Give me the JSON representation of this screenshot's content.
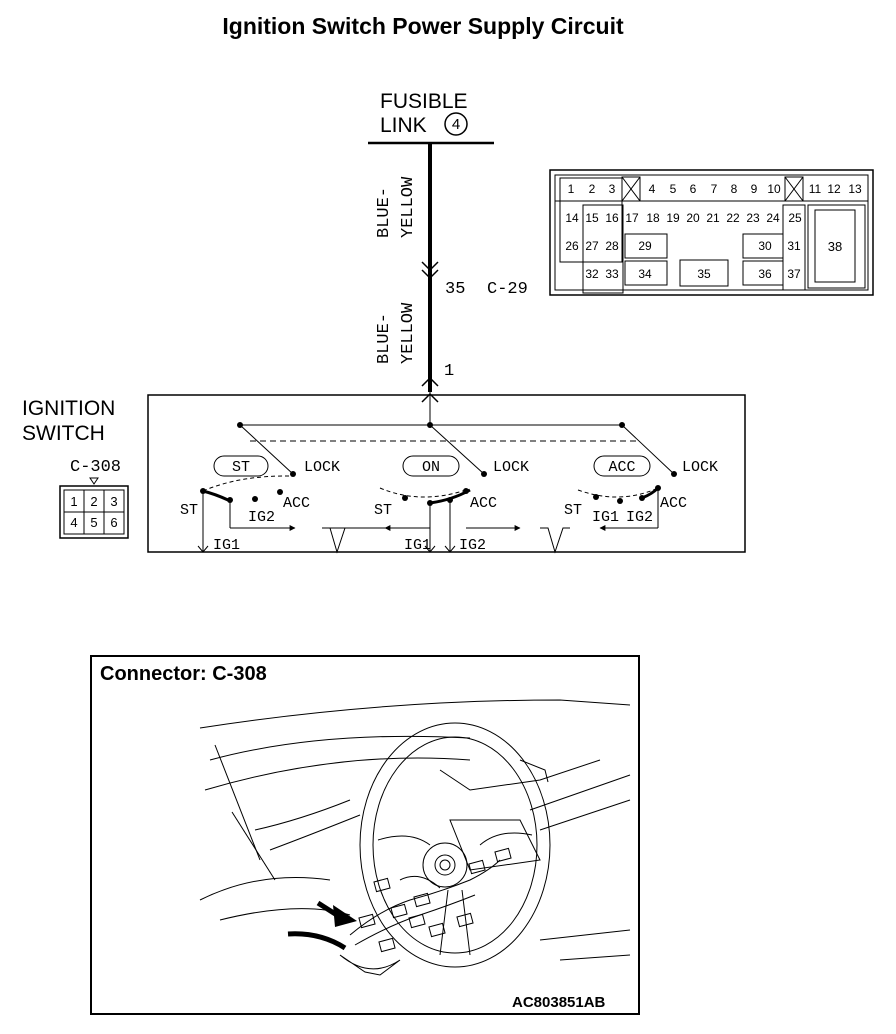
{
  "title": "Ignition Switch Power Supply Circuit",
  "fusible_link": {
    "line1": "FUSIBLE",
    "line2": "LINK",
    "number": "4"
  },
  "wire_color": {
    "part1": "BLUE-",
    "part2": "YELLOW"
  },
  "connector_c29": {
    "pin": "35",
    "name": "C-29"
  },
  "ignition_switch": {
    "line1": "IGNITION",
    "line2": "SWITCH",
    "connector": "C-308",
    "input_pin": "1",
    "positions": [
      "ST",
      "ON",
      "ACC"
    ],
    "lock": "LOCK",
    "labels": {
      "st": "ST",
      "acc": "ACC",
      "ig1": "IG1",
      "ig2": "IG2"
    }
  },
  "c308_pins": [
    "1",
    "2",
    "3",
    "4",
    "5",
    "6"
  ],
  "c29_pins": {
    "row1": [
      "1",
      "2",
      "3",
      "4",
      "5",
      "6",
      "7",
      "8",
      "9",
      "10",
      "11",
      "12",
      "13"
    ],
    "row2": [
      "14",
      "15",
      "16",
      "17",
      "18",
      "19",
      "20",
      "21",
      "22",
      "23",
      "24",
      "25"
    ],
    "row3": [
      "26",
      "27",
      "28",
      "29",
      "30",
      "31"
    ],
    "row4": [
      "32",
      "33",
      "34",
      "35",
      "36",
      "37"
    ],
    "big": "38"
  },
  "location": {
    "header": "Connector: C-308",
    "code": "AC803851AB"
  }
}
